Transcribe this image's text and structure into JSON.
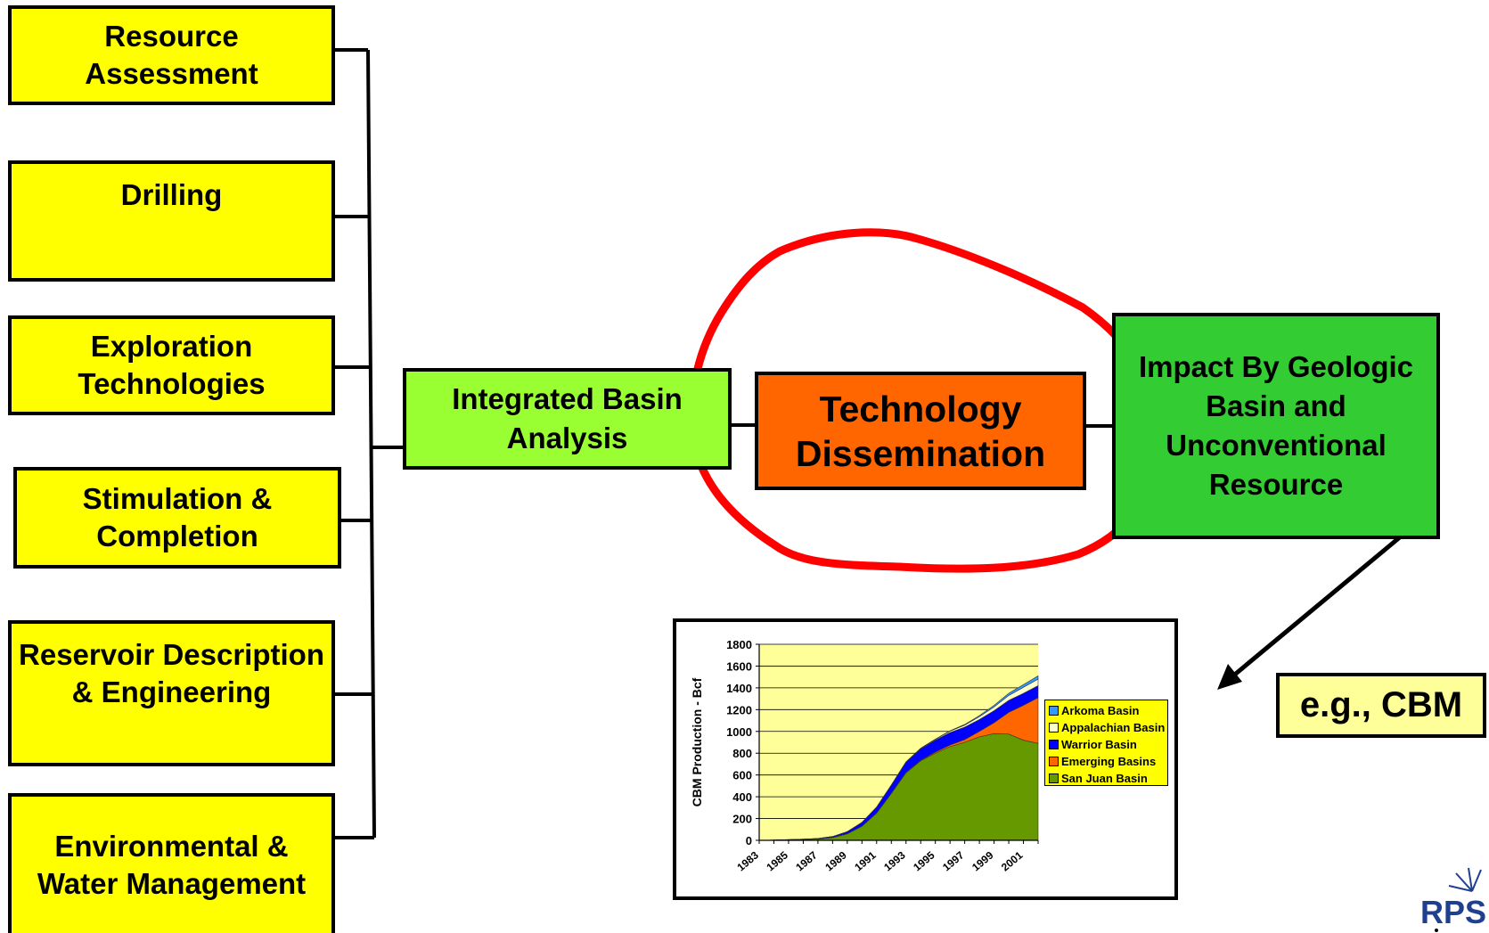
{
  "inputs": [
    {
      "label": "Resource Assessment"
    },
    {
      "label": "Drilling"
    },
    {
      "label": "Exploration Technologies"
    },
    {
      "label": "Stimulation & Completion"
    },
    {
      "label": "Reservoir Description & Engineering"
    },
    {
      "label": "Environmental & Water Management"
    }
  ],
  "basin_analysis": {
    "label": "Integrated Basin Analysis"
  },
  "dissemination": {
    "label": "Technology Dissemination"
  },
  "impact": {
    "label": "Impact By Geologic Basin and Unconventional Resource"
  },
  "example": {
    "label": "e.g., CBM"
  },
  "colors": {
    "input_fill": "#ffff00",
    "analysis_fill": "#99ff33",
    "dissemination_fill": "#ff6600",
    "impact_fill": "#33cc33",
    "highlight_circle": "#ff0000",
    "example_fill": "#ffff99"
  },
  "logo": {
    "text": "RPS"
  },
  "chart_data": {
    "type": "area",
    "stacked": true,
    "x": [
      1983,
      1984,
      1985,
      1986,
      1987,
      1988,
      1989,
      1990,
      1991,
      1992,
      1993,
      1994,
      1995,
      1996,
      1997,
      1998,
      1999,
      2000,
      2001,
      2002
    ],
    "x_tick_labels": [
      "1983",
      "1985",
      "1987",
      "1989",
      "1991",
      "1993",
      "1995",
      "1997",
      "1999",
      "2001"
    ],
    "ylabel": "CBM Production - Bcf",
    "ylim": [
      0,
      1800
    ],
    "y_ticks": [
      "0",
      "200",
      "400",
      "600",
      "800",
      "1000",
      "1200",
      "1400",
      "1600",
      "1800"
    ],
    "grid": true,
    "plot_background": "#ffff99",
    "legend_position": "right",
    "series": [
      {
        "name": "San Juan Basin",
        "color": "#669900",
        "values": [
          0,
          2,
          5,
          8,
          12,
          25,
          60,
          130,
          250,
          430,
          620,
          730,
          800,
          860,
          900,
          950,
          980,
          975,
          920,
          890
        ]
      },
      {
        "name": "Emerging Basins",
        "color": "#ff6600",
        "values": [
          0,
          0,
          0,
          0,
          0,
          0,
          0,
          0,
          0,
          2,
          3,
          5,
          10,
          15,
          25,
          50,
          100,
          200,
          320,
          420
        ]
      },
      {
        "name": "Warrior Basin",
        "color": "#0000ff",
        "values": [
          0,
          1,
          2,
          3,
          5,
          10,
          20,
          35,
          55,
          75,
          95,
          105,
          110,
          115,
          115,
          110,
          110,
          110,
          110,
          110
        ]
      },
      {
        "name": "Appalachian Basin",
        "color": "#ffffcc",
        "values": [
          0,
          0,
          0,
          0,
          0,
          0,
          0,
          0,
          0,
          1,
          2,
          5,
          8,
          12,
          18,
          25,
          35,
          45,
          55,
          60
        ]
      },
      {
        "name": "Arkoma Basin",
        "color": "#3399ff",
        "values": [
          0,
          0,
          0,
          0,
          0,
          0,
          0,
          0,
          0,
          0,
          0,
          1,
          2,
          4,
          6,
          10,
          15,
          20,
          25,
          30
        ]
      }
    ],
    "legend": [
      "Arkoma Basin",
      "Appalachian Basin",
      "Warrior Basin",
      "Emerging Basins",
      "San Juan Basin"
    ]
  }
}
